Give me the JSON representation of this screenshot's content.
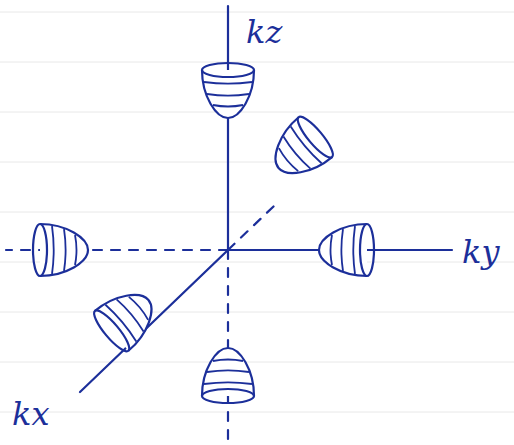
{
  "diagram": {
    "labels": [
      "kz",
      "ky",
      "kx"
    ]
  }
}
